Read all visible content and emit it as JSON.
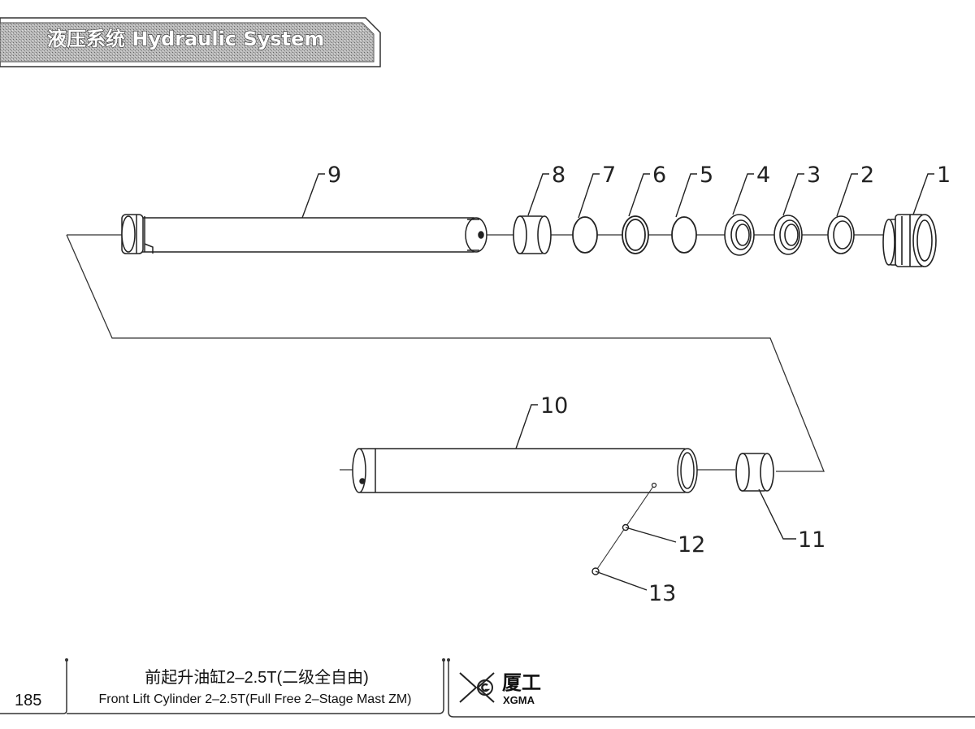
{
  "header": {
    "title": "液压系统 Hydraulic System"
  },
  "diagram": {
    "callouts": [
      {
        "id": "1",
        "label": "1"
      },
      {
        "id": "2",
        "label": "2"
      },
      {
        "id": "3",
        "label": "3"
      },
      {
        "id": "4",
        "label": "4"
      },
      {
        "id": "5",
        "label": "5"
      },
      {
        "id": "6",
        "label": "6"
      },
      {
        "id": "7",
        "label": "7"
      },
      {
        "id": "8",
        "label": "8"
      },
      {
        "id": "9",
        "label": "9"
      },
      {
        "id": "10",
        "label": "10"
      },
      {
        "id": "11",
        "label": "11"
      },
      {
        "id": "12",
        "label": "12"
      },
      {
        "id": "13",
        "label": "13"
      }
    ]
  },
  "footer": {
    "page_number": "185",
    "title_cn": "前起升油缸2–2.5T(二级全自由)",
    "title_en": "Front Lift Cylinder 2–2.5T(Full Free 2–Stage Mast ZM)",
    "brand_cn": "厦工",
    "brand_en": "XGMA"
  }
}
